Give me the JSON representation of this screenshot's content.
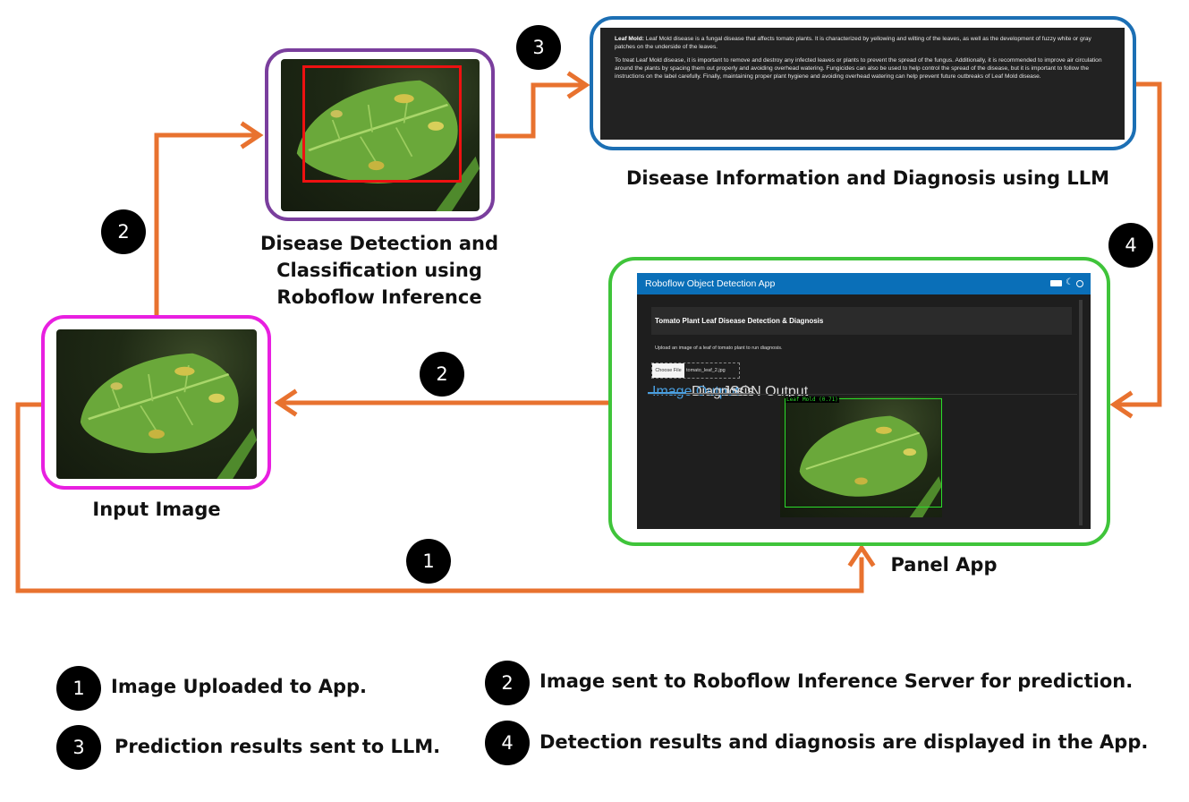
{
  "nodes": {
    "detection": {
      "caption_lines": [
        "Disease Detection and",
        "Classification using",
        "Roboflow Inference"
      ],
      "border_color": "#7a3e9d"
    },
    "llm": {
      "caption": "Disease Information and Diagnosis using LLM",
      "border_color": "#1c6fb4",
      "para1_bold": "Leaf Mold:",
      "para1_text": " Leaf Mold disease is a fungal disease that affects tomato plants. It is characterized by yellowing and wilting of the leaves, as well as the development of fuzzy white or gray patches on the underside of the leaves.",
      "para2_text": "To treat Leaf Mold disease, it is important to remove and destroy any infected leaves or plants to prevent the spread of the fungus. Additionally, it is recommended to improve air circulation around the plants by spacing them out properly and avoiding overhead watering. Fungicides can also be used to help control the spread of the disease, but it is important to follow the instructions on the label carefully. Finally, maintaining proper plant hygiene and avoiding overhead watering can help prevent future outbreaks of Leaf Mold disease."
    },
    "input": {
      "caption": "Input Image",
      "border_color": "#e81fe0"
    },
    "panel": {
      "caption": "Panel App",
      "border_color": "#3fc43a"
    }
  },
  "app": {
    "header_title": "Roboflow Object Detection App",
    "header_color": "#0a6fb8",
    "page_title": "Tomato Plant Leaf Disease Detection & Diagnosis",
    "description": "Upload an image of a leaf of tomato plant to run diagnosis.",
    "choose_file_label": "Choose File",
    "file_name": "tomato_leaf_2.jpg",
    "tabs": [
      "Image Output",
      "Diagnosis",
      "JSON Output"
    ],
    "active_tab": "Image Output",
    "detection_label": "Leaf Mold (0.71)",
    "detection_color": "#2bdc2b"
  },
  "badges": {
    "b1": "1",
    "b2a": "2",
    "b2b": "2",
    "b3": "3",
    "b4": "4"
  },
  "arrow_color": "#e8722f",
  "legend": [
    {
      "num": "1",
      "text": "Image Uploaded to App."
    },
    {
      "num": "2",
      "text": "Image sent to Roboflow Inference Server for prediction."
    },
    {
      "num": "3",
      "text": "Prediction results sent to LLM."
    },
    {
      "num": "4",
      "text": "Detection results and diagnosis are displayed in the App."
    }
  ]
}
